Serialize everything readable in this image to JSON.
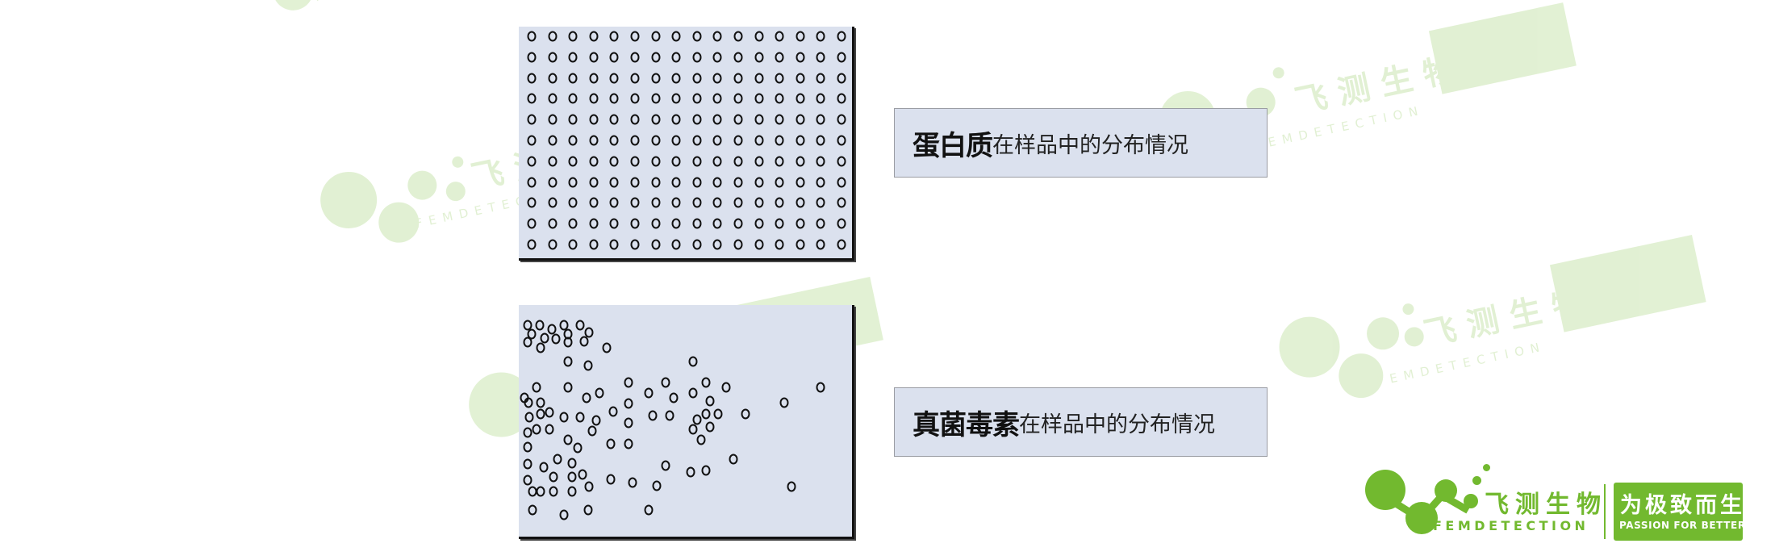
{
  "colors": {
    "panel_bg": "#dbe1ee",
    "panel_shadow": "#111111",
    "label_border": "#9a9ca3",
    "brand_green": "#72b92f",
    "dot_stroke": "#111111"
  },
  "panels": {
    "protein": {
      "title_bold": "蛋白质",
      "title_rest": "在样品中的分布情况",
      "grid": {
        "columns": 16,
        "rows": 11
      }
    },
    "mycotoxin": {
      "title_bold": "真菌毒素",
      "title_rest": "在样品中的分布情况",
      "points_pct": [
        [
          2.8,
          9.5
        ],
        [
          6.3,
          9.5
        ],
        [
          10.1,
          11.7
        ],
        [
          13.7,
          9.5
        ],
        [
          18.5,
          9.5
        ],
        [
          21.1,
          13.0
        ],
        [
          3.9,
          13.9
        ],
        [
          7.7,
          16.0
        ],
        [
          11.3,
          16.3
        ],
        [
          14.9,
          13.9
        ],
        [
          2.8,
          18.0
        ],
        [
          6.5,
          20.4
        ],
        [
          14.9,
          18.0
        ],
        [
          19.7,
          17.4
        ],
        [
          26.6,
          20.4
        ],
        [
          14.9,
          27.1
        ],
        [
          21.0,
          29.2
        ],
        [
          52.7,
          27.1
        ],
        [
          5.4,
          39.7
        ],
        [
          14.9,
          39.7
        ],
        [
          33.2,
          37.3
        ],
        [
          44.3,
          37.3
        ],
        [
          56.6,
          37.3
        ],
        [
          62.8,
          39.7
        ],
        [
          91.1,
          39.7
        ],
        [
          1.7,
          44.6
        ],
        [
          3.0,
          46.8
        ],
        [
          6.5,
          46.8
        ],
        [
          20.6,
          44.6
        ],
        [
          24.4,
          42.2
        ],
        [
          39.3,
          42.2
        ],
        [
          46.8,
          44.6
        ],
        [
          52.7,
          42.2
        ],
        [
          57.8,
          46.0
        ],
        [
          80.2,
          46.8
        ],
        [
          3.2,
          54.0
        ],
        [
          6.5,
          52.3
        ],
        [
          9.3,
          51.7
        ],
        [
          13.7,
          54.0
        ],
        [
          18.5,
          54.0
        ],
        [
          23.3,
          55.5
        ],
        [
          28.6,
          51.3
        ],
        [
          33.2,
          47.3
        ],
        [
          33.2,
          56.4
        ],
        [
          40.6,
          53.0
        ],
        [
          45.5,
          53.0
        ],
        [
          54.0,
          55.2
        ],
        [
          56.6,
          52.3
        ],
        [
          60.2,
          52.3
        ],
        [
          68.6,
          52.3
        ],
        [
          2.8,
          61.4
        ],
        [
          5.4,
          59.6
        ],
        [
          9.3,
          59.6
        ],
        [
          22.2,
          60.5
        ],
        [
          52.7,
          59.6
        ],
        [
          57.8,
          58.7
        ],
        [
          55.1,
          64.6
        ],
        [
          2.8,
          68.4
        ],
        [
          14.9,
          64.6
        ],
        [
          17.9,
          68.7
        ],
        [
          27.7,
          66.8
        ],
        [
          33.2,
          66.8
        ],
        [
          2.8,
          76.2
        ],
        [
          11.7,
          74.1
        ],
        [
          16.1,
          75.9
        ],
        [
          7.5,
          78.0
        ],
        [
          44.3,
          77.1
        ],
        [
          51.9,
          80.3
        ],
        [
          56.6,
          79.4
        ],
        [
          64.9,
          74.1
        ],
        [
          2.8,
          84.2
        ],
        [
          10.5,
          82.7
        ],
        [
          16.1,
          82.4
        ],
        [
          19.3,
          81.5
        ],
        [
          27.7,
          83.6
        ],
        [
          34.5,
          85.1
        ],
        [
          41.6,
          87.0
        ],
        [
          4.2,
          89.4
        ],
        [
          6.5,
          89.4
        ],
        [
          10.5,
          89.4
        ],
        [
          16.1,
          89.4
        ],
        [
          21.1,
          87.2
        ],
        [
          82.4,
          87.2
        ],
        [
          4.2,
          98.5
        ],
        [
          13.7,
          100.6
        ],
        [
          21.0,
          98.5
        ],
        [
          39.3,
          98.5
        ]
      ]
    }
  },
  "logo": {
    "name_cn": "飞测生物",
    "name_en": "FEMDETECTION",
    "slogan_cn": "为极致而生",
    "slogan_en": "PASSION FOR BETTER"
  },
  "watermark": {
    "name_cn": "飞测生物",
    "name_en": "FEMDETECTION",
    "slogan_cn": "为极致而生",
    "slogan_en": "PASSION FOR BETTER"
  }
}
